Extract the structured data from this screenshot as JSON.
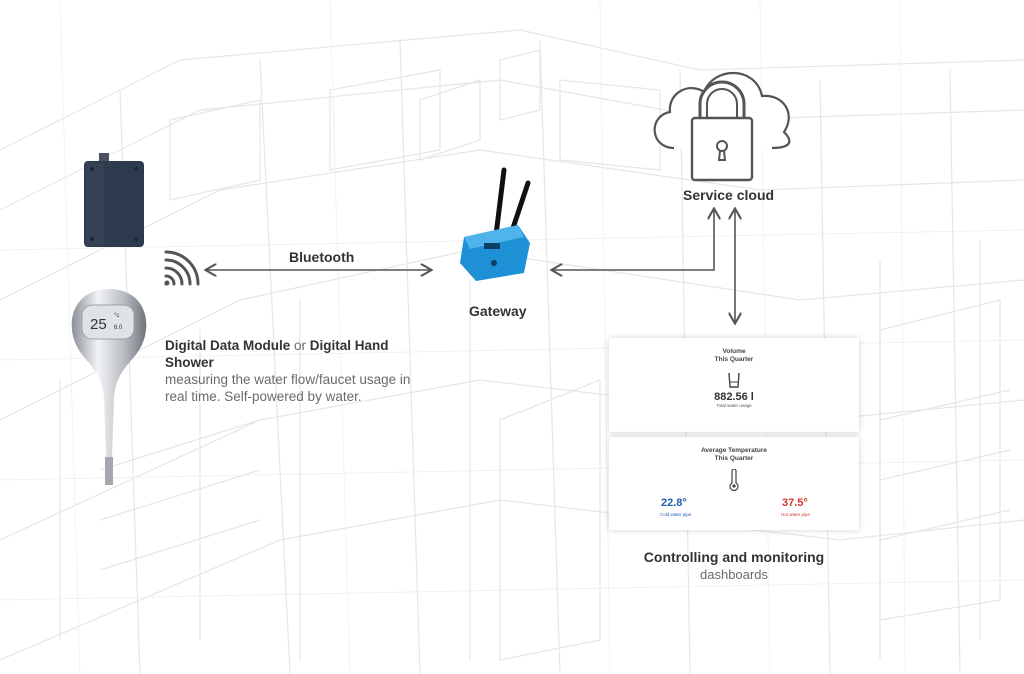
{
  "labels": {
    "bluetooth": "Bluetooth",
    "gateway": "Gateway",
    "service_cloud": "Service cloud"
  },
  "description": {
    "name1": "Digital Data Module",
    "connector": " or ",
    "name2": "Digital Hand Shower",
    "text": "measuring the water flow/faucet usage in real time. Self-powered by water."
  },
  "shower_display": {
    "value": "25",
    "unit": "°c",
    "small": "6.0"
  },
  "dashboard_volume": {
    "title_line1": "Volume",
    "title_line2": "This Quarter",
    "value": "882.56 l",
    "caption": "Total water usage"
  },
  "dashboard_temperature": {
    "title_line1": "Average Temperature",
    "title_line2": "This Quarter",
    "cold_value": "22.8°",
    "cold_caption": "Cold water pipe",
    "hot_value": "37.5°",
    "hot_caption": "Hot water pipe"
  },
  "dashboard_caption": {
    "title": "Controlling and monitoring",
    "subtitle": "dashboards"
  },
  "colors": {
    "arrow": "#555555",
    "gateway_blue": "#1e90d6",
    "module_navy": "#2e3a4d",
    "cold": "#1e5fb3",
    "hot": "#d0392b",
    "backdrop_lines": "#e6e6e6"
  },
  "icons": {
    "signal": "bluetooth-signal-icon",
    "lock": "lock-icon",
    "cloud": "cloud-icon",
    "glass": "glass-icon",
    "thermometer": "thermometer-icon"
  }
}
